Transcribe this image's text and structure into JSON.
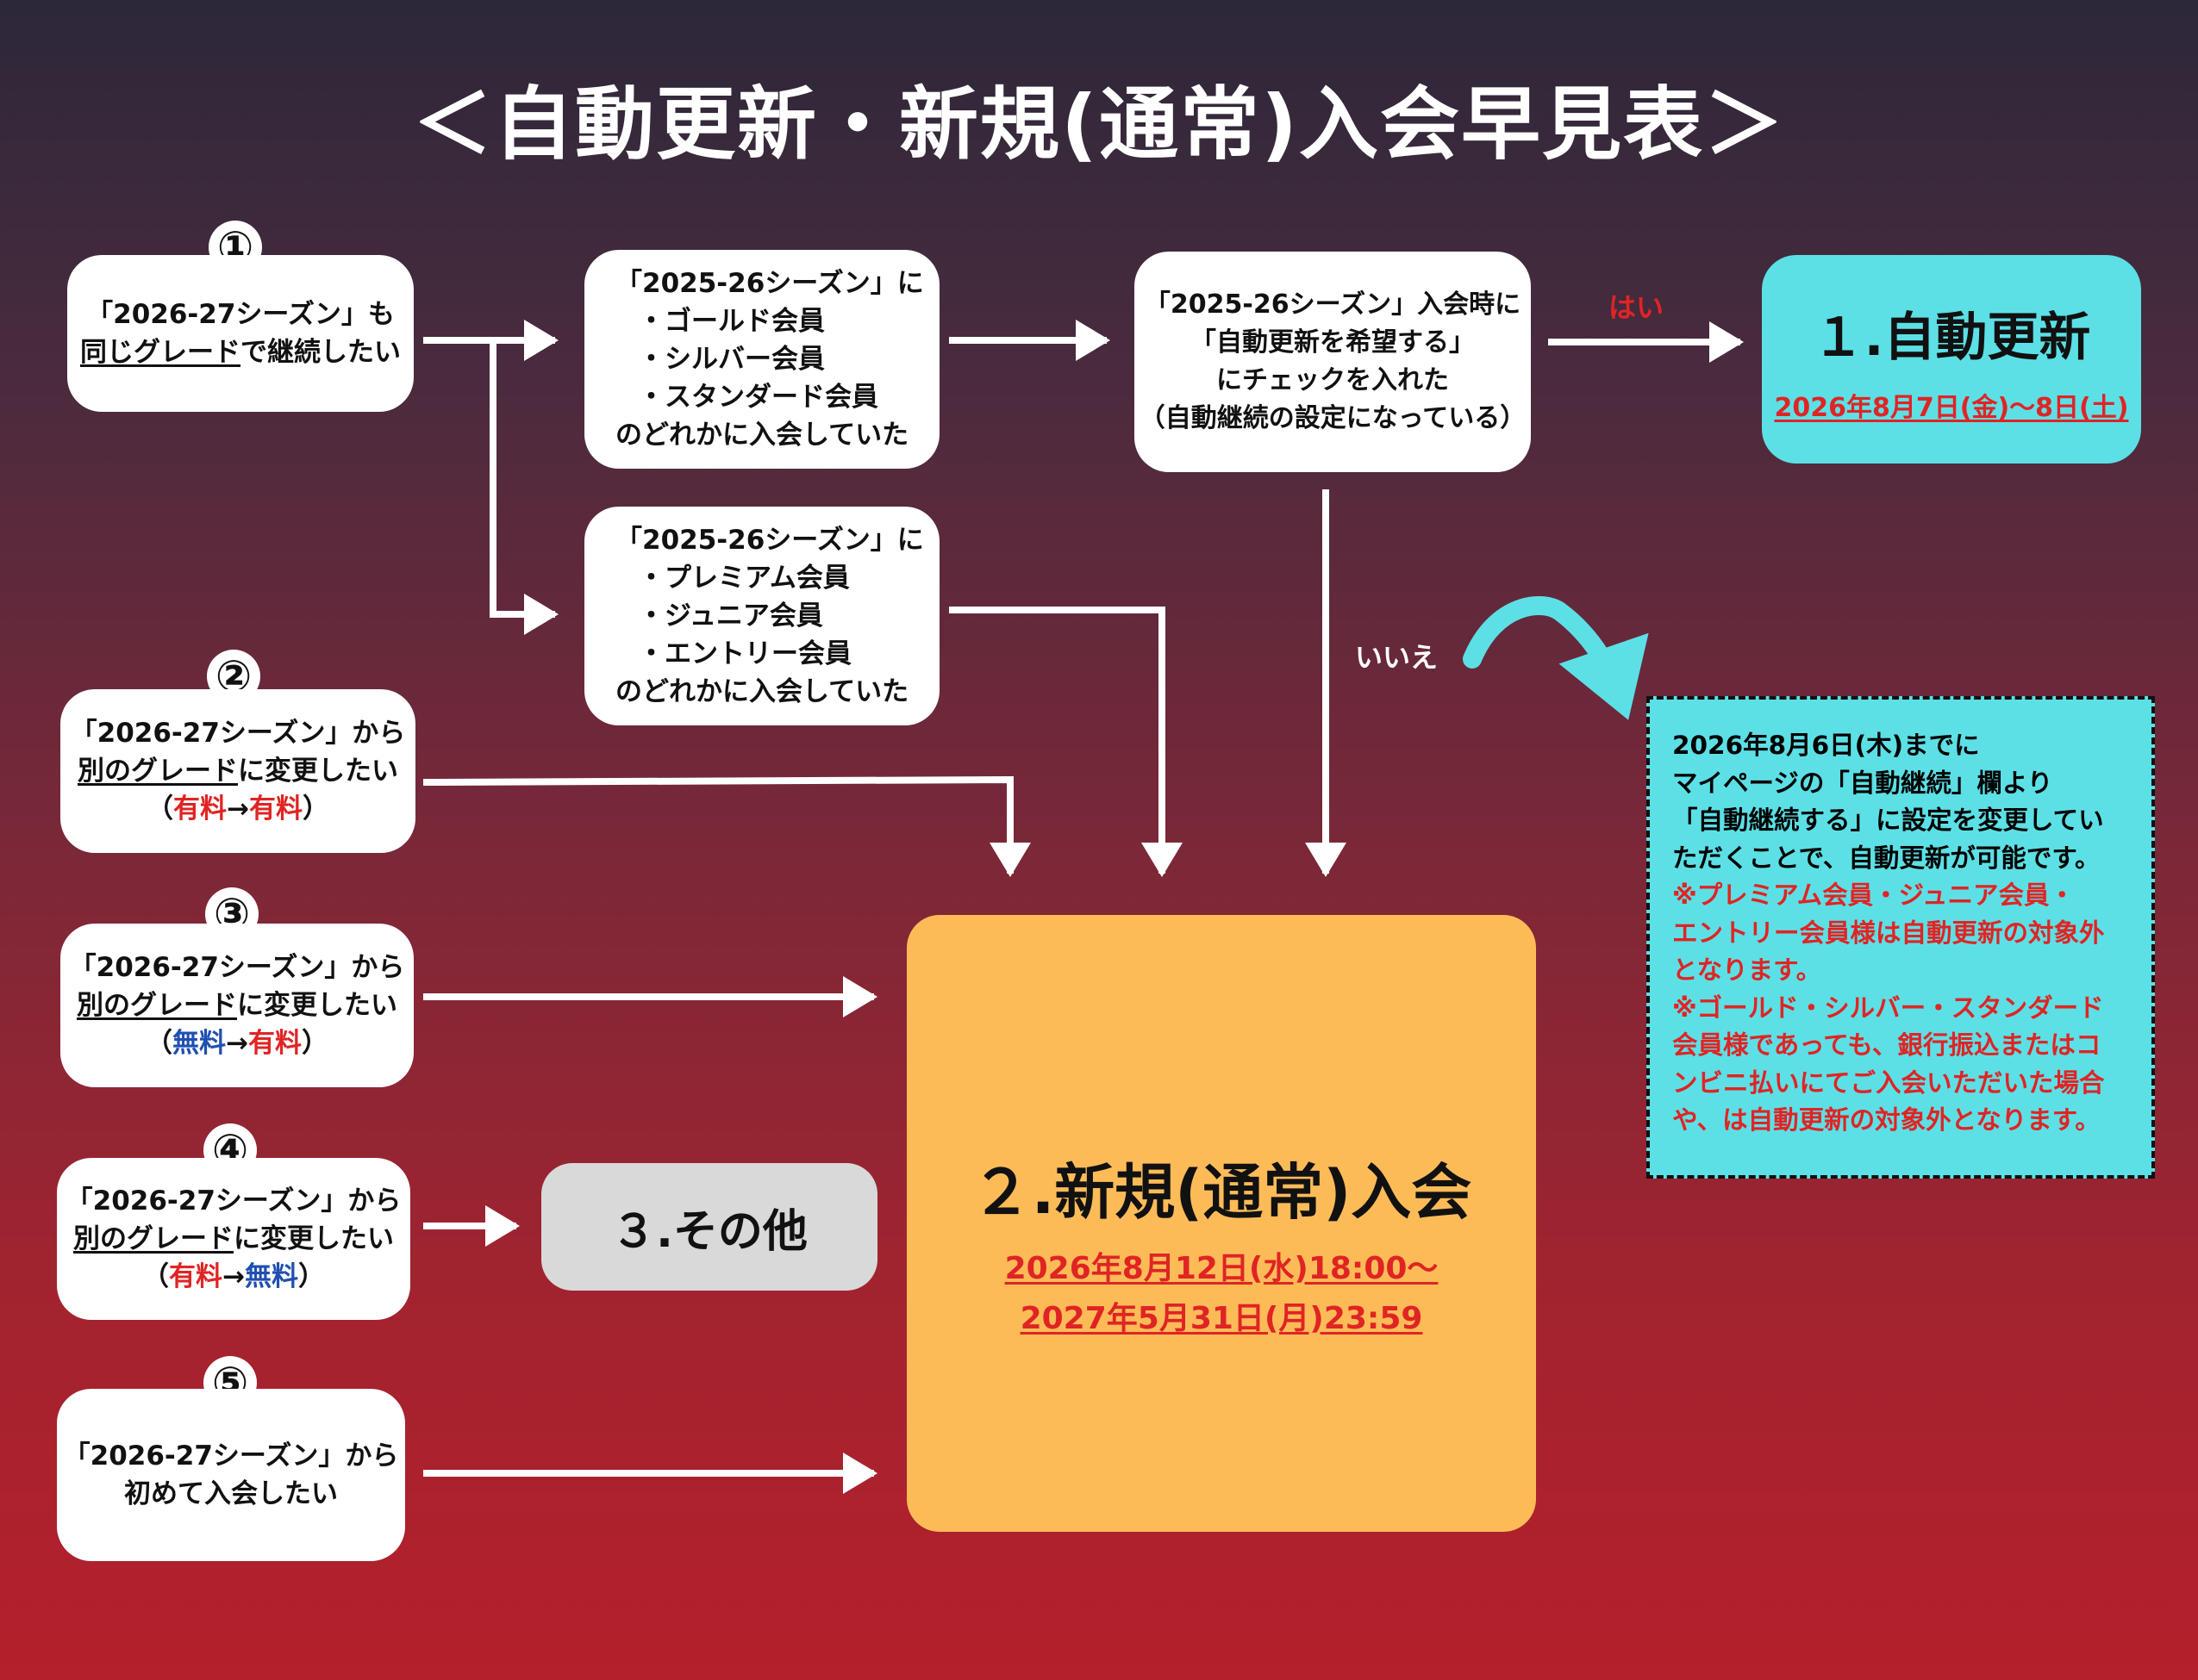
{
  "title": "＜自動更新・新規(通常)入会早見表＞",
  "numbers": [
    "①",
    "②",
    "③",
    "④",
    "⑤"
  ],
  "src1": {
    "line1": "「2026-27シーズン」も",
    "line2a": "同じグレード",
    "line2b": "で継続したい"
  },
  "src2": {
    "line1": "「2026-27シーズン」から",
    "line2a": "別のグレード",
    "line2b": "に変更したい",
    "open": "（",
    "from": "有料",
    "arrow": "→",
    "to": "有料",
    "close": "）"
  },
  "src3": {
    "line1": "「2026-27シーズン」から",
    "line2a": "別のグレード",
    "line2b": "に変更したい",
    "open": "（",
    "from": "無料",
    "arrow": "→",
    "to": "有料",
    "close": "）"
  },
  "src4": {
    "line1": "「2026-27シーズン」から",
    "line2a": "別のグレード",
    "line2b": "に変更したい",
    "open": "（",
    "from": "有料",
    "arrow": "→",
    "to": "無料",
    "close": "）"
  },
  "src5": {
    "line1": "「2026-27シーズン」から",
    "line2": "初めて入会したい"
  },
  "mid_top": {
    "line1": "「2025-26シーズン」に",
    "items": [
      "・ゴールド会員",
      "・シルバー会員",
      "・スタンダード会員"
    ],
    "last": "のどれかに入会していた"
  },
  "mid_bottom": {
    "line1": "「2025-26シーズン」に",
    "items": [
      "・プレミアム会員",
      "・ジュニア会員",
      "・エントリー会員"
    ],
    "last": "のどれかに入会していた"
  },
  "check": {
    "lines": [
      "「2025-26シーズン」入会時に",
      "「自動更新を希望する」",
      "にチェックを入れた",
      "（自動継続の設定になっている）"
    ]
  },
  "yes_label": "はい",
  "no_label": "いいえ",
  "result1": {
    "title": "１.自動更新",
    "date": "2026年8月7日(金)～8日(土)"
  },
  "result2": {
    "title": "２.新規(通常)入会",
    "date1": "2026年8月12日(水)18:00～",
    "date2": "2027年5月31日(月)23:59"
  },
  "result3": {
    "title": "３.その他"
  },
  "note": {
    "black": [
      "2026年8月6日(木)までに",
      "マイページの「自動継続」欄より",
      "「自動継続する」に設定を変更してい",
      "ただくことで、自動更新が可能です。"
    ],
    "red": [
      "※プレミアム会員・ジュニア会員・",
      "エントリー会員様は自動更新の対象外",
      "となります。",
      "※ゴールド・シルバー・スタンダード",
      "会員様であっても、銀行振込またはコ",
      "ンビニ払いにてご入会いただいた場合",
      "や、は自動更新の対象外となります。"
    ]
  },
  "colors": {
    "accent_cyan": "#5ce0e6",
    "accent_orange": "#fdbb58",
    "red": "#e02424",
    "blue": "#1f4fb0",
    "gray": "#d9d9d9"
  }
}
